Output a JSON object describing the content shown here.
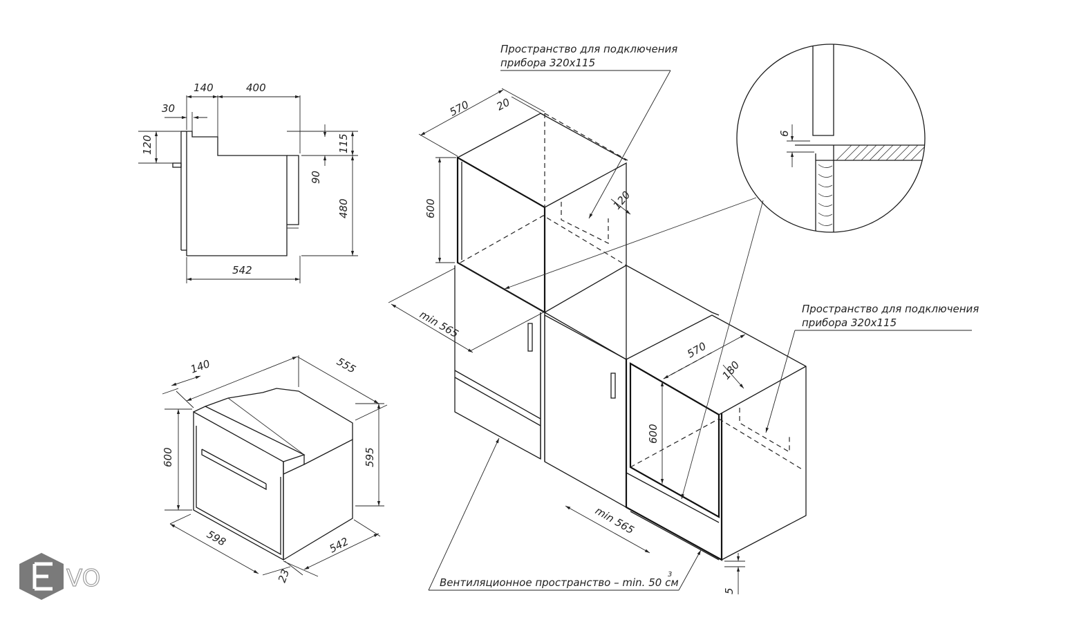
{
  "side_view": {
    "dim_140": "140",
    "dim_400": "400",
    "dim_30": "30",
    "dim_120": "120",
    "dim_115": "115",
    "dim_90": "90",
    "dim_480": "480",
    "dim_542": "542"
  },
  "oven_iso": {
    "dim_140": "140",
    "dim_555": "555",
    "dim_600": "600",
    "dim_595": "595",
    "dim_598": "598",
    "dim_542": "542",
    "dim_23": "23"
  },
  "column_install": {
    "note_line1": "Пространство для подключения",
    "note_line2": "прибора 320x115",
    "dim_570": "570",
    "dim_20": "20",
    "dim_600": "600",
    "dim_120": "120",
    "dim_min565": "min 565"
  },
  "undercounter_install": {
    "note_line1": "Пространство для подключения",
    "note_line2": "прибора 320x115",
    "dim_570": "570",
    "dim_180": "180",
    "dim_600": "600",
    "dim_min565": "min 565",
    "dim_5": "5"
  },
  "detail": {
    "dim_6": "6"
  },
  "ventilation": {
    "label": "Вентиляционное пространство – min. 50 см",
    "superscript": "3"
  },
  "logo": {
    "text": "VO"
  }
}
